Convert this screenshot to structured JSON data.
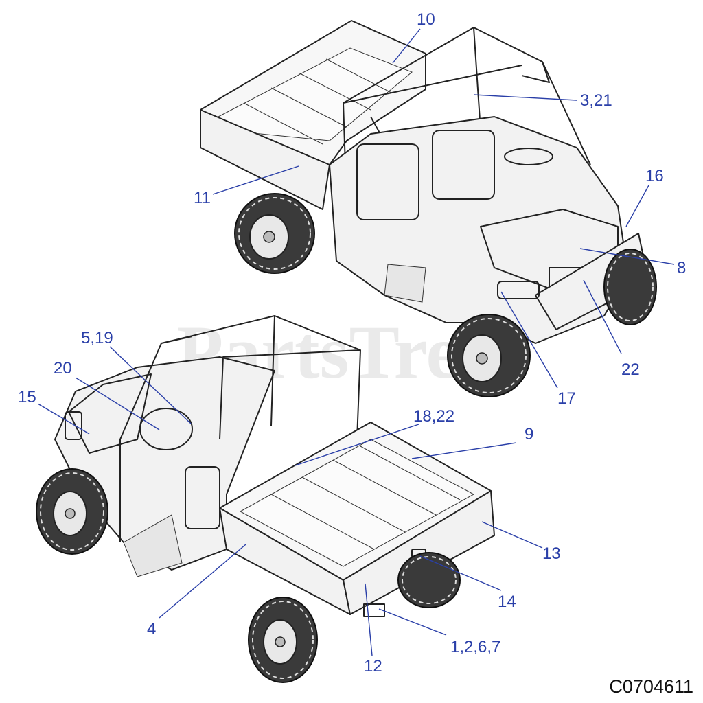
{
  "watermark": "PartsTree",
  "diagram_id": "C0704611",
  "callouts": {
    "c10": "10",
    "c3_21": "3,21",
    "c11": "11",
    "c16": "16",
    "c8": "8",
    "c22a": "22",
    "c17": "17",
    "c5_19": "5,19",
    "c20": "20",
    "c15": "15",
    "c18_22": "18,22",
    "c9": "9",
    "c13": "13",
    "c14": "14",
    "c4": "4",
    "c1_2_6_7": "1,2,6,7",
    "c12": "12"
  }
}
